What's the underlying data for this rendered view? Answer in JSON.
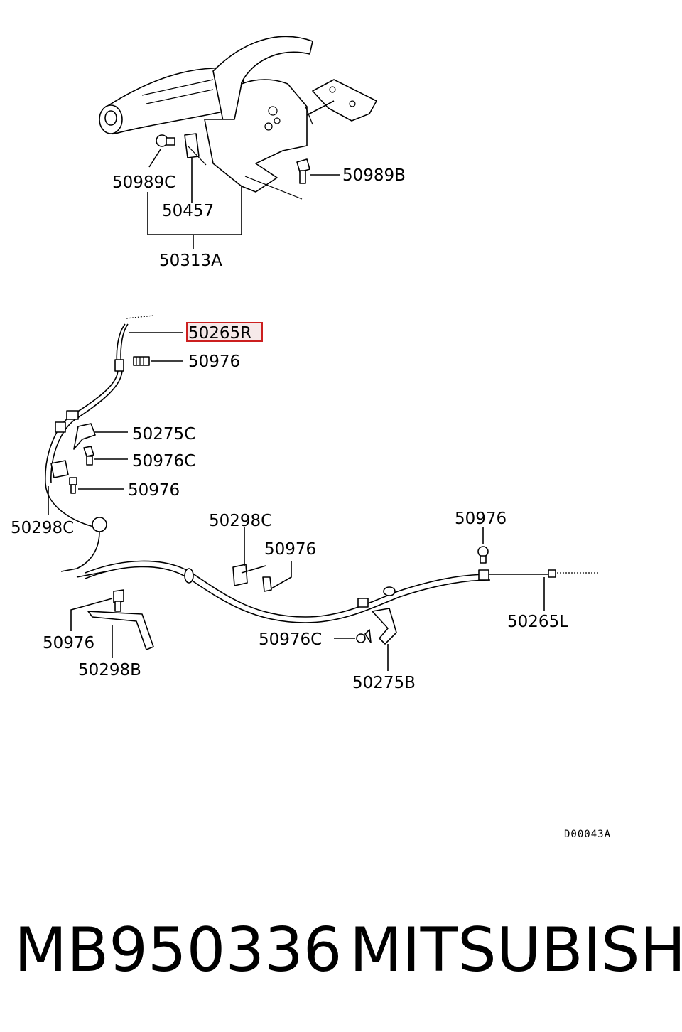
{
  "labels": {
    "p50989C": "50989C",
    "p50457": "50457",
    "p50313A": "50313A",
    "p50989B": "50989B",
    "p50265R": "50265R",
    "p50976_a": "50976",
    "p50275C": "50275C",
    "p50976C_a": "50976C",
    "p50976_b": "50976",
    "p50298C_a": "50298C",
    "p50298C_b": "50298C",
    "p50976_c": "50976",
    "p50976_d": "50976",
    "p50265L": "50265L",
    "p50976_e": "50976",
    "p50298B": "50298B",
    "p50976C_b": "50976C",
    "p50275B": "50275B"
  },
  "highlighted_part": "50265R",
  "highlight_color": "#cc1f1f",
  "diagram_code": "D00043A",
  "part_number": "MB950336",
  "brand": "MITSUBISHI"
}
